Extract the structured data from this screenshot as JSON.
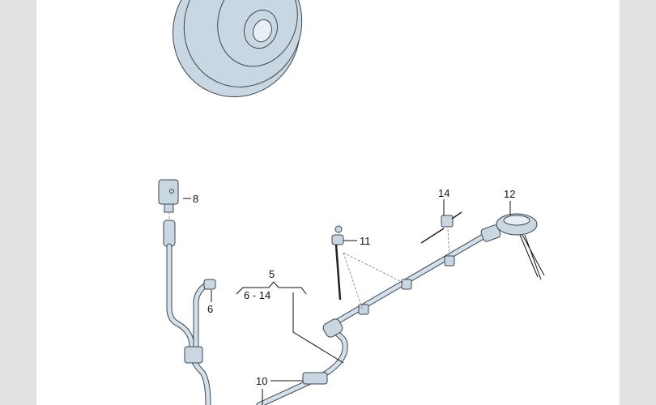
{
  "diagram": {
    "labels": {
      "p5": "5",
      "range": "6 - 14",
      "p6": "6",
      "p8": "8",
      "p10": "10",
      "p11": "11",
      "p12": "12",
      "p14": "14"
    },
    "colors": {
      "part_fill": "#c9d7e3",
      "outline": "#3d4650",
      "side_bars": "#e1e1e1"
    }
  }
}
